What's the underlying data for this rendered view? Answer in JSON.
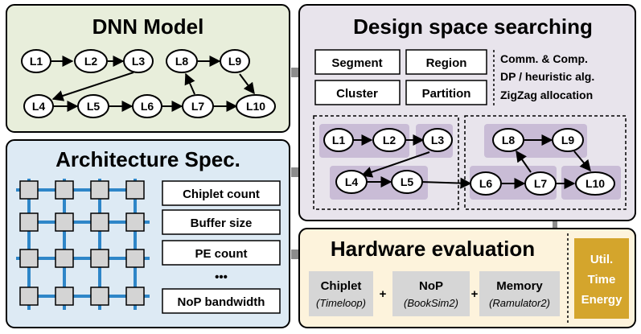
{
  "dnn": {
    "title": "DNN Model",
    "nodes": [
      "L1",
      "L2",
      "L3",
      "L4",
      "L5",
      "L6",
      "L7",
      "L8",
      "L9",
      "L10"
    ]
  },
  "arch": {
    "title": "Architecture Spec.",
    "specs": [
      "Chiplet count",
      "Buffer size",
      "PE count",
      "•••",
      "NoP bandwidth"
    ]
  },
  "dse": {
    "title": "Design space searching",
    "boxes": [
      "Segment",
      "Region",
      "Cluster",
      "Partition"
    ],
    "notes": [
      "Comm. & Comp.",
      "DP / heuristic alg.",
      "ZigZag allocation"
    ],
    "nodes": [
      "L1",
      "L2",
      "L3",
      "L4",
      "L5",
      "L6",
      "L7",
      "L8",
      "L9",
      "L10"
    ]
  },
  "hw": {
    "title": "Hardware evaluation",
    "components": [
      {
        "name": "Chiplet",
        "tool": "(Timeloop)"
      },
      {
        "name": "NoP",
        "tool": "(BookSim2)"
      },
      {
        "name": "Memory",
        "tool": "(Ramulator2)"
      }
    ],
    "plus": "+",
    "metrics": [
      "Util.",
      "Time",
      "Energy"
    ]
  },
  "colors": {
    "dnn_bg": "#e8eedb",
    "arch_bg": "#ddeaf4",
    "dse_bg": "#e8e4ec",
    "hw_bg": "#fdf3dc",
    "metric_bg": "#d4a52c",
    "cluster_bg": "#c9bcd6",
    "grid_line": "#2e86c8"
  }
}
